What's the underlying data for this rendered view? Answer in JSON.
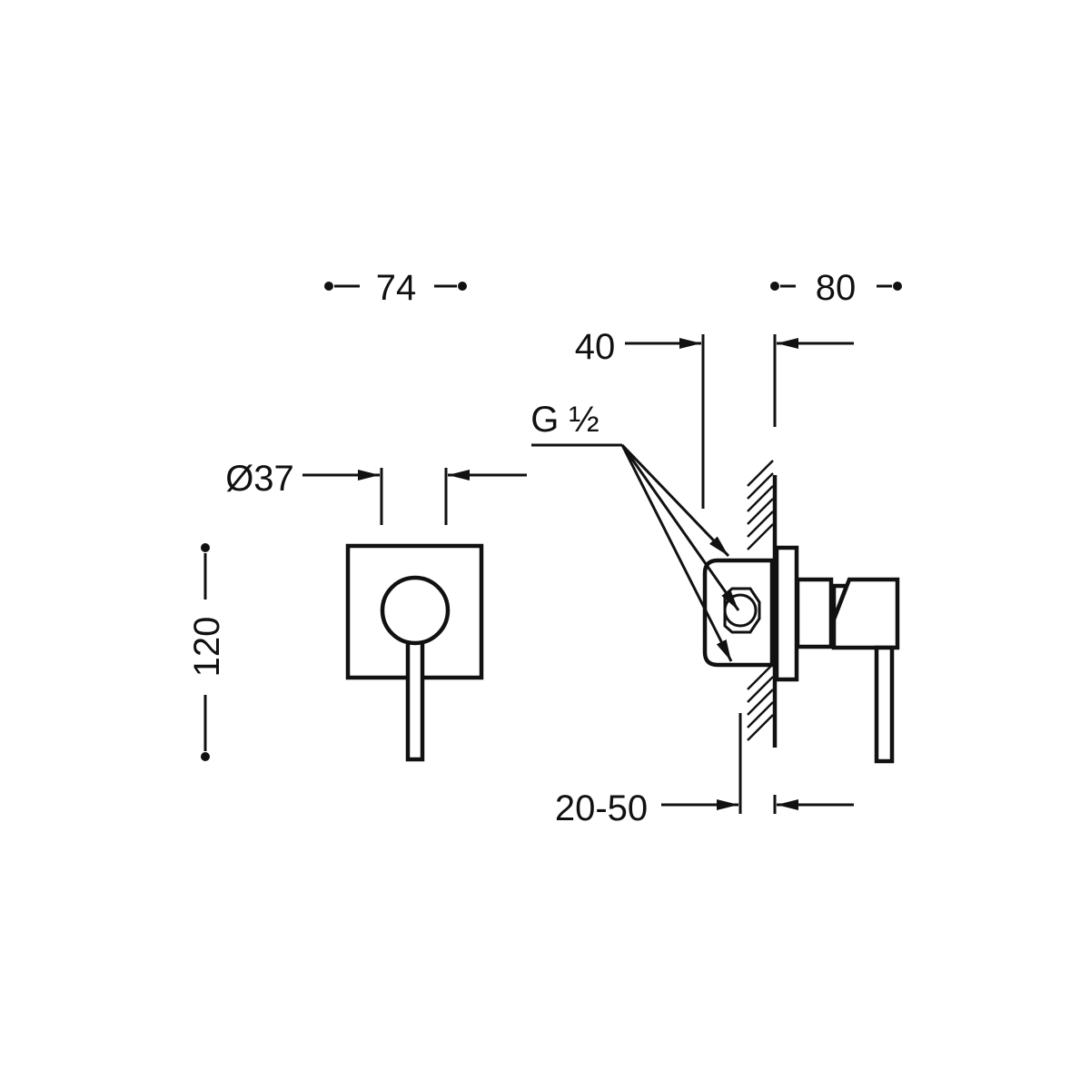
{
  "drawing": {
    "title": "Concealed single-lever shower mixer dimensions",
    "dimensions": {
      "plate_width": "74",
      "handle_diameter": "Ø37",
      "plate_height": "120",
      "total_projection": "80",
      "body_depth": "40",
      "connection": "G ½",
      "wall_range": "20-50"
    },
    "line_color": "#111111"
  }
}
